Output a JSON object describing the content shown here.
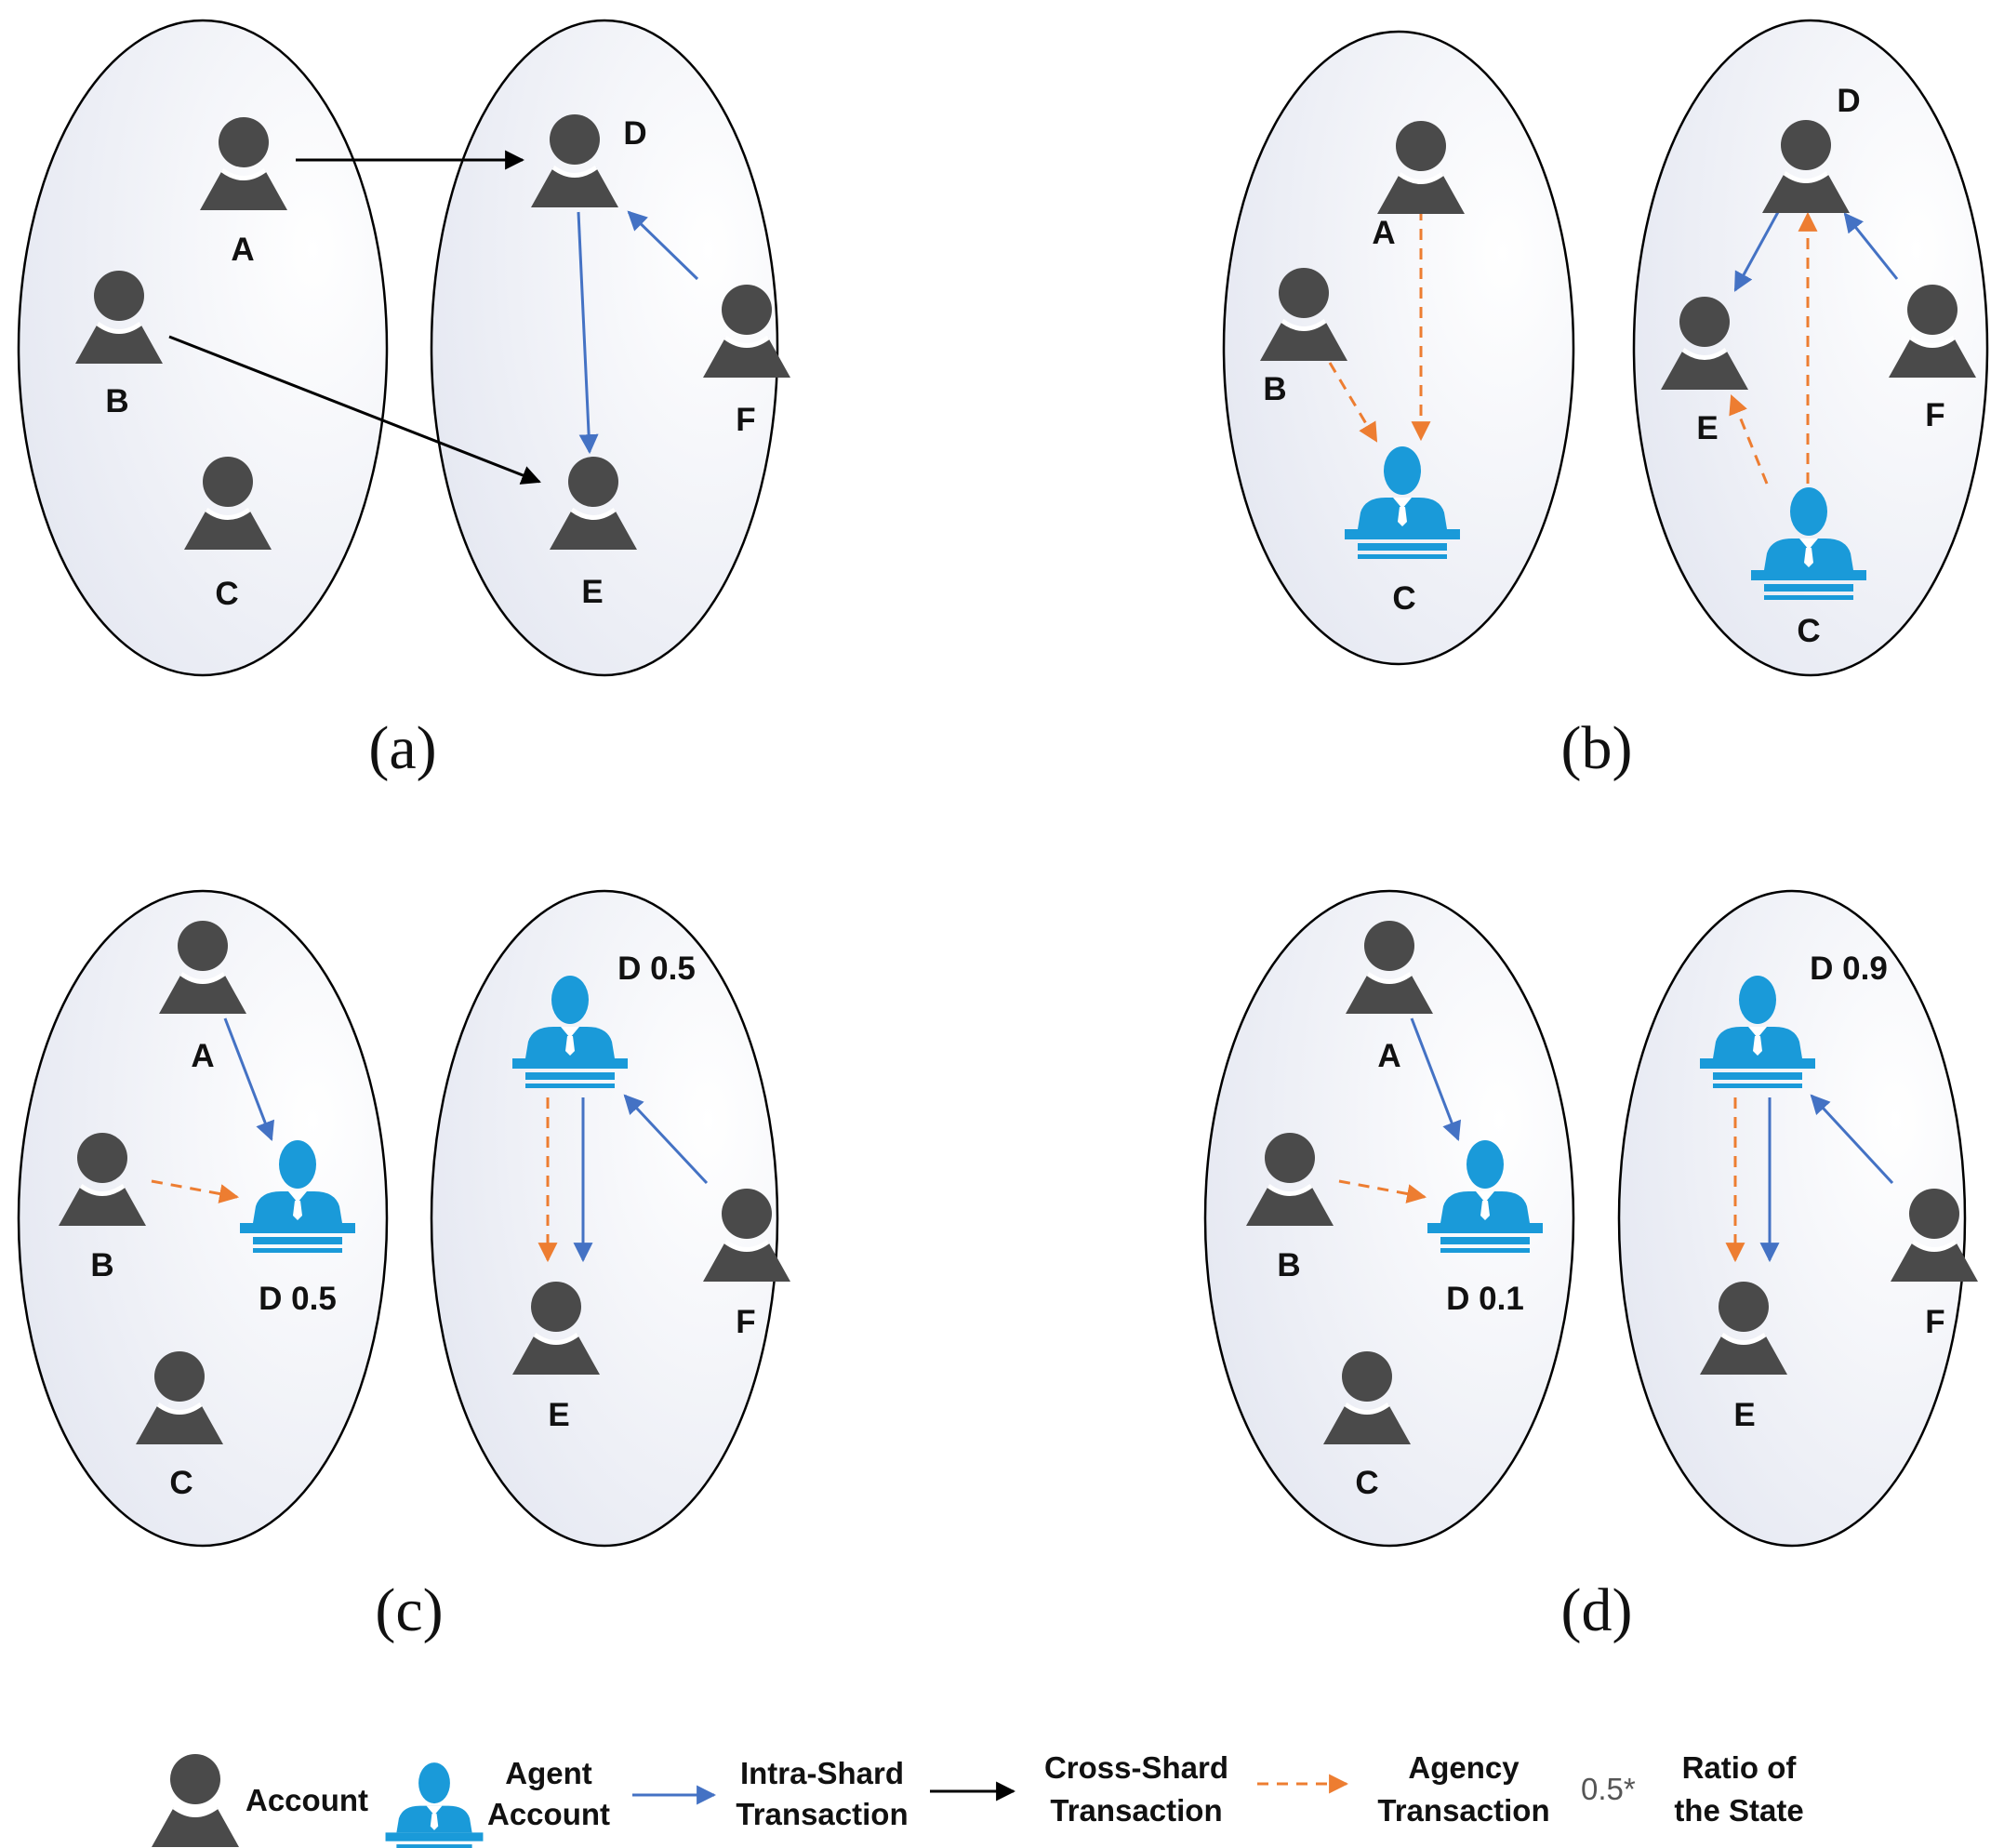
{
  "colors": {
    "account": "#4a4a4a",
    "agent": "#1a9ad9",
    "intra_shard": "#4472c4",
    "cross_shard": "#000000",
    "agency": "#ed7d31"
  },
  "icons": {
    "account": "account-person-icon",
    "agent": "agent-person-at-desk-icon"
  },
  "panels": [
    {
      "caption": "(a)",
      "nodes": [
        {
          "id": "A",
          "label": "A"
        },
        {
          "id": "B",
          "label": "B"
        },
        {
          "id": "C",
          "label": "C"
        },
        {
          "id": "D",
          "label": "D"
        },
        {
          "id": "E",
          "label": "E"
        },
        {
          "id": "F",
          "label": "F"
        }
      ],
      "edges": [
        {
          "from": "A",
          "to": "D",
          "kind": "cross_shard"
        },
        {
          "from": "B",
          "to": "E",
          "kind": "cross_shard"
        },
        {
          "from": "D",
          "to": "E",
          "kind": "intra_shard"
        },
        {
          "from": "F",
          "to": "D",
          "kind": "intra_shard"
        }
      ]
    },
    {
      "caption": "(b)",
      "nodes": [
        {
          "id": "A",
          "label": "A"
        },
        {
          "id": "B",
          "label": "B"
        },
        {
          "id": "C1",
          "label": "C",
          "agent": true
        },
        {
          "id": "D",
          "label": "D"
        },
        {
          "id": "E",
          "label": "E"
        },
        {
          "id": "F",
          "label": "F"
        },
        {
          "id": "C2",
          "label": "C",
          "agent": true
        }
      ],
      "edges": [
        {
          "from": "A",
          "to": "C1",
          "kind": "agency"
        },
        {
          "from": "B",
          "to": "C1",
          "kind": "agency"
        },
        {
          "from": "C2",
          "to": "D",
          "kind": "agency"
        },
        {
          "from": "C2",
          "to": "E",
          "kind": "agency"
        },
        {
          "from": "D",
          "to": "E",
          "kind": "intra_shard"
        },
        {
          "from": "F",
          "to": "D",
          "kind": "intra_shard"
        }
      ]
    },
    {
      "caption": "(c)",
      "nodes": [
        {
          "id": "A",
          "label": "A"
        },
        {
          "id": "B",
          "label": "B"
        },
        {
          "id": "C",
          "label": "C"
        },
        {
          "id": "D1",
          "label": "D 0.5",
          "agent": true
        },
        {
          "id": "D2",
          "label": "D 0.5",
          "agent": true
        },
        {
          "id": "E",
          "label": "E"
        },
        {
          "id": "F",
          "label": "F"
        }
      ],
      "edges": [
        {
          "from": "A",
          "to": "D1",
          "kind": "intra_shard"
        },
        {
          "from": "B",
          "to": "D1",
          "kind": "agency"
        },
        {
          "from": "D2",
          "to": "E",
          "kind": "agency"
        },
        {
          "from": "D2",
          "to": "E",
          "kind": "intra_shard"
        },
        {
          "from": "F",
          "to": "D2",
          "kind": "intra_shard"
        }
      ]
    },
    {
      "caption": "(d)",
      "nodes": [
        {
          "id": "A",
          "label": "A"
        },
        {
          "id": "B",
          "label": "B"
        },
        {
          "id": "C",
          "label": "C"
        },
        {
          "id": "D1",
          "label": "D 0.1",
          "agent": true
        },
        {
          "id": "D2",
          "label": "D 0.9",
          "agent": true
        },
        {
          "id": "E",
          "label": "E"
        },
        {
          "id": "F",
          "label": "F"
        }
      ],
      "edges": [
        {
          "from": "A",
          "to": "D1",
          "kind": "intra_shard"
        },
        {
          "from": "B",
          "to": "D1",
          "kind": "agency"
        },
        {
          "from": "D2",
          "to": "E",
          "kind": "agency"
        },
        {
          "from": "D2",
          "to": "E",
          "kind": "intra_shard"
        },
        {
          "from": "F",
          "to": "D2",
          "kind": "intra_shard"
        }
      ]
    }
  ],
  "legend": {
    "account": "Account",
    "agent_line1": "Agent",
    "agent_line2": "Account",
    "intra_line1": "Intra-Shard",
    "intra_line2": "Transaction",
    "cross_line1": "Cross-Shard",
    "cross_line2": "Transaction",
    "agency_line1": "Agency",
    "agency_line2": "Transaction",
    "ratio_symbol": "0.5*",
    "ratio_line1": "Ratio of",
    "ratio_line2": "the State"
  }
}
